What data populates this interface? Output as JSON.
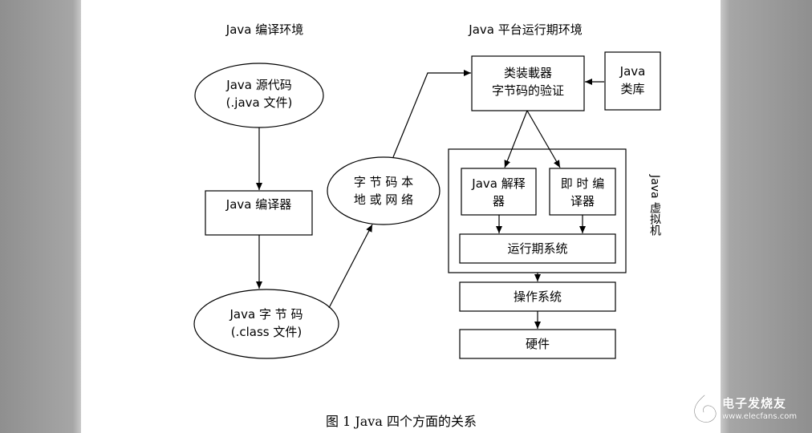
{
  "headings": {
    "compile_env": "Java 编译环境",
    "runtime_env": "Java 平台运行期环境"
  },
  "nodes": {
    "source_code": "Java 源代码\n(.java 文件)",
    "compiler": "Java 编译器",
    "bytecode": "Java   字 节 码\n(.class 文件)",
    "bytecode_local_network": "字 节 码 本\n地 或 网 络",
    "class_loader": "类装載器\n字节码的验证",
    "java_library": "Java\n类库",
    "interpreter": "Java 解释\n器",
    "jit_compiler": "即 时 编\n译器",
    "runtime_system": "运行期系统",
    "jvm_label": "Java 虚拟机",
    "os": "操作系统",
    "hardware": "硬件"
  },
  "caption": "图 1  Java 四个方面的关系",
  "watermark": {
    "text": "电子发烧友",
    "url": "www.elecfans.com"
  },
  "colors": {
    "stroke": "#000000",
    "gutter": "#9a9a9a",
    "page": "#ffffff"
  }
}
